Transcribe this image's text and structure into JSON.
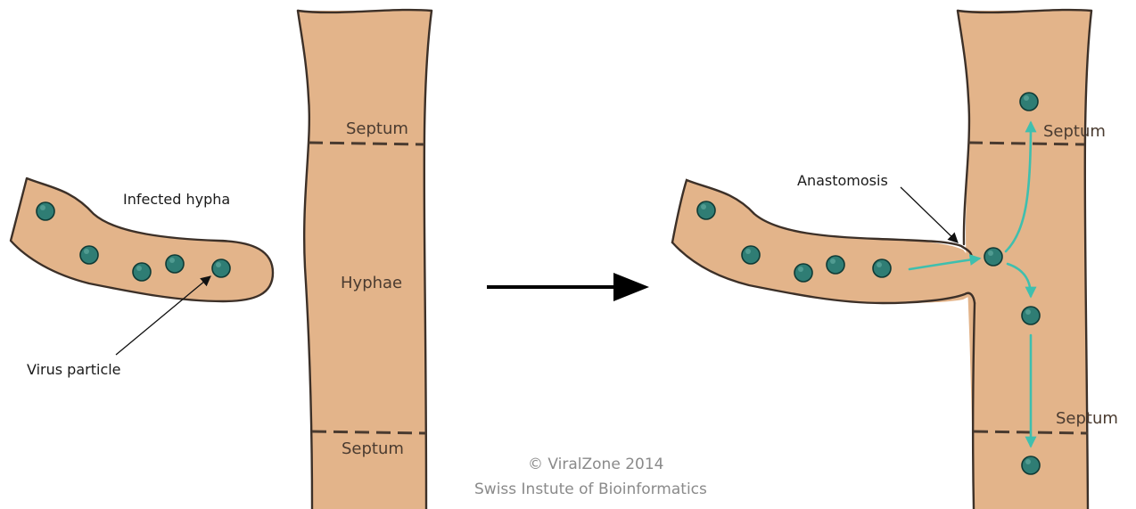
{
  "labels": {
    "infected_hypha": "Infected hypha",
    "virus_particle": "Virus particle",
    "septum_top_left": "Septum",
    "hyphae": "Hyphae",
    "septum_bottom_left": "Septum",
    "anastomosis": "Anastomosis",
    "septum_top_right": "Septum",
    "septum_bottom_right": "Septum"
  },
  "copyright": {
    "line1": "© ViralZone 2014",
    "line2": "Swiss Instute of Bioinformatics"
  },
  "colors": {
    "hypha_fill": "#e3b48a",
    "outline": "#3c3028",
    "virus_particle": "#2f7d74",
    "spread_arrow": "#3fbfae",
    "transition_arrow": "#000000"
  }
}
